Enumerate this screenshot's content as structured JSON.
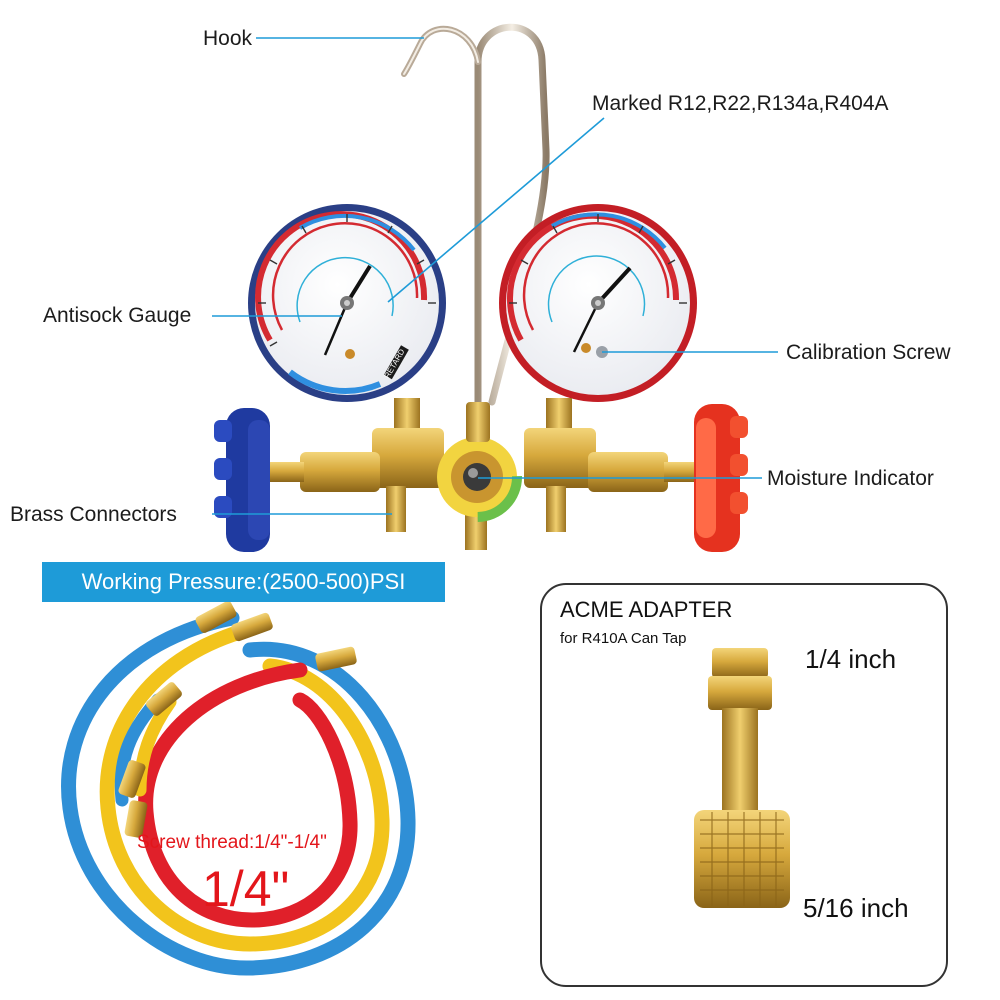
{
  "callouts": {
    "hook": "Hook",
    "marked": "Marked R12,R22,R134a,R404A",
    "antisock": "Antisock Gauge",
    "calibration": "Calibration Screw",
    "moisture": "Moisture Indicator",
    "brass": "Brass Connectors"
  },
  "banner": {
    "text": "Working Pressure:(2500-500)PSI"
  },
  "hoses": {
    "thread_label": "Screw thread:1/4\"-1/4\"",
    "thread_size": "1/4\""
  },
  "adapter": {
    "title": "ACME ADAPTER",
    "subtitle": "for R410A Can Tap",
    "top_size": "1/4 inch",
    "bottom_size": "5/16 inch"
  },
  "gauges": {
    "left": {
      "brand": "RETARD",
      "ring_color": "#1b4fa0",
      "face_color": "#f6f7fb"
    },
    "right": {
      "ring_color": "#d8262b",
      "face_color": "#f6f7fb"
    }
  },
  "colors": {
    "callout_line": "#1e9bd8",
    "banner": "#1e9bd8",
    "thread_text": "#e3161b",
    "knob_blue": "#1f3aa0",
    "knob_red": "#e5321f",
    "brass": "#d4a63c",
    "hose_blue": "#2f8fd6",
    "hose_yellow": "#f2c41c",
    "hose_red": "#e0202a"
  }
}
